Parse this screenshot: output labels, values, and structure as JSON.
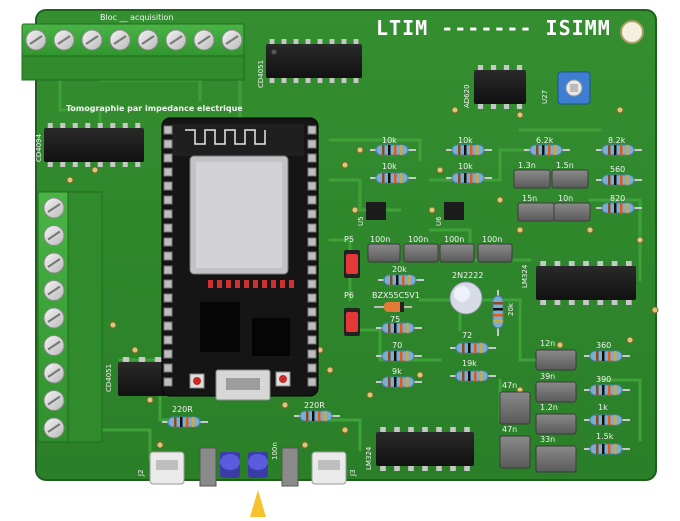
{
  "board": {
    "title": "LTIM ------- ISIMM",
    "block_label": "Bloc __ acquisition",
    "project_label": "Tomographie par impedance electrique",
    "colors": {
      "pcb": "#2f8b2c",
      "pcb_dark": "#1f6b1f",
      "trace": "#3da538",
      "pad": "#d8c57a",
      "terminal": "#3ea43a"
    }
  },
  "chips": {
    "cd4051_top": "CD4051",
    "cd4051_left": "CD4051",
    "cd4094": "CD4094",
    "ad620": "AD620",
    "lm324_right": "LM324",
    "lm324_bottom": "LM324",
    "u27": "U27",
    "u5": "U5",
    "u6": "U6"
  },
  "resistors": {
    "r10k_1": "10k",
    "r10k_2": "10k",
    "r10k_3": "10k",
    "r10k_4": "10k",
    "r6k2": "6.2k",
    "r8k2": "8.2k",
    "r560": "560",
    "r820": "820",
    "r20k": "20k",
    "r20k_v": "20k",
    "r75": "75",
    "r72": "72",
    "r70": "70",
    "r19k": "19k",
    "r9k": "9k",
    "r360": "360",
    "r390": "390",
    "r1k": "1k",
    "r1k5": "1.5k",
    "r220_1": "220R",
    "r220_2": "220R"
  },
  "capacitors": {
    "c1n3": "1.3n",
    "c1n5": "1.5n",
    "c15n": "15n",
    "c10n": "10n",
    "c100n_1": "100n",
    "c100n_2": "100n",
    "c100n_3": "100n",
    "c100n_4": "100n",
    "c12n": "12n",
    "c39n": "39n",
    "c1n2": "1.2n",
    "c47n_1": "47n",
    "c47n_2": "47n",
    "c33n": "33n",
    "c100n_bottom": "100n"
  },
  "misc": {
    "p5": "P5",
    "p6": "P6",
    "zener": "BZX55C5V1",
    "transistor": "2N2222",
    "j2": "J2",
    "j3": "J3"
  }
}
